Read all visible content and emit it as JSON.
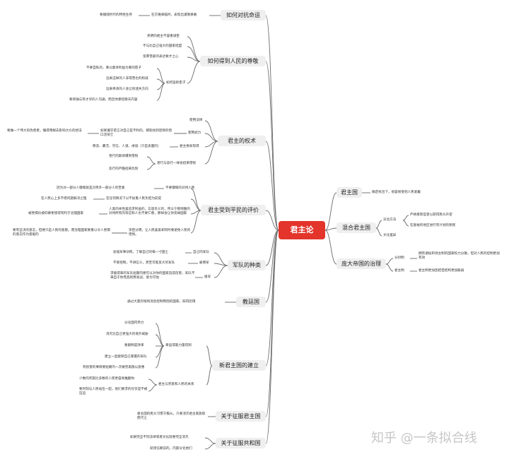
{
  "center": "君主论",
  "watermark": "知乎 @一条拟合线",
  "left": {
    "b1": {
      "title": "如何对抗命运",
      "sub": "在灾难来临时，表现出谨慎果敢",
      "leaf": "要顺随时代的特性生存"
    },
    "b2": {
      "title": "如何得到人民的尊敬",
      "items": [
        "英明的君主不容重谋臣",
        "不与比自己强大的国家结盟",
        "宽厚借爱的表达要才之心"
      ],
      "sub": "如何鉴别臣子",
      "subitems": [
        "不要自私的，要以集体利益为重的臣子",
        "远离这样的人非得营也的权威",
        "远离奉承的人会让你迷失方向",
        "要单独与有才华的人沟通，而且你掌控聊天内容"
      ]
    },
    "b3": {
      "title": "君主的权术",
      "n1": "使用法律",
      "n2": "使用武力",
      "n2leaf": "如果遵守诺言对自己是不利的，那就找到足够的借口违背它",
      "n2far": "要做一个伟大的伪善者，懂得用媒去影响大众的想法",
      "n3": "君主要表现得",
      "n3leaf": "慈悲、廉洁、守信、人道、虔诚（只是表面的）",
      "n4": "善行与恶行一样会招来憎恨",
      "n4items": [
        "善行的歌颂遭到憎恨",
        "恶行的严酷招来仇恨"
      ]
    },
    "b4": {
      "title": "君主受到平民的评价",
      "rows": [
        {
          "mid": "不要慷慨的对待人民",
          "leaf": "因为对一部分人慷慨就是对另外一部分人的苦素"
        },
        {
          "mid": "在任何情况下以不加重人民负担为前提",
          "leaf": "在人民心上多不把问题解决之理"
        },
        {
          "mid": "人类的本性喜追求利益的，忘恩负义的，所以宁愿残酷的对待所有的等宦和人也不要仁慈，那样会让你丧掉国家",
          "leaf": "被畏惧比被仰慕更值得有利于治理国家"
        },
        {
          "mid": "贤臣分明，让人民喜爱却同时要避免人民的憎恨。",
          "leaf": "要有坚决的意志，但要只是人民的意愿。而治理国家要重以令人畏惧的意志作为基础的"
        }
      ]
    },
    "b5": {
      "title": "军队的种类",
      "rows": [
        {
          "mid": "自己的军队",
          "leaf": "加强军事训练，了解自己的每一寸国土"
        },
        {
          "mid": "雇佣军",
          "leaf": "不受控制，不讲信义，甚至可能反大的军队"
        },
        {
          "mid": "援军",
          "leaf": "求援得来的军队短期内便可以对你的国家造成伤害，军队不来自于你而且耗费高战，意为可怕"
        }
      ]
    },
    "b6": {
      "title": "教廷国",
      "leaf": "通过大量的钱和消息控制周围的国家，取得恐惧"
    },
    "b7": {
      "title": "新君主国的建立",
      "sub1": "幸运或靠力量得到",
      "sub1items": [
        "分化国内势力",
        "消灭比自己更强大的境外威胁",
        "要跟制度改革",
        "建立一直能够自己掌握的军队",
        "有损害的事情要短期内一次做完再施以恩惠"
      ],
      "sub2": "君主与贵族和人民的关系",
      "sub2items": [
        "少数的贵族比多数的人民更容易推翻你",
        "要时刻与人民站在一起，他们要求的仅仅是不被压迫"
      ]
    },
    "b8": {
      "title": "关于征服君主国",
      "leaf": "君主国的民众习惯于服从，只要消灭君主家族取而代之"
    },
    "b9": {
      "title": "关于征服共和国",
      "items": [
        "如果完全不同法律或者文化就要完全消灭",
        "就领信赖前的，内部分化他们"
      ]
    }
  },
  "right": {
    "r1": {
      "title": "君主国",
      "leaf": "确定统治下，很容易受到人民爱戴"
    },
    "r2": {
      "title": "混合君主国",
      "sub": "派治方法",
      "subitems": [
        "严格看管官吏以获得民众声望",
        "在富裕的地区进行有计划的移民"
      ],
      "sub2": "文化差异"
    },
    "r3": {
      "title": "庞大帝国的治理",
      "rows": [
        {
          "mid": "分封制",
          "leaf": "拥有诸侯和领主制的国家权力分散，但对人民的控制更加有效"
        },
        {
          "mid": "君主制",
          "leaf": "君主制更加团结但结构更加脆弱"
        }
      ]
    }
  }
}
